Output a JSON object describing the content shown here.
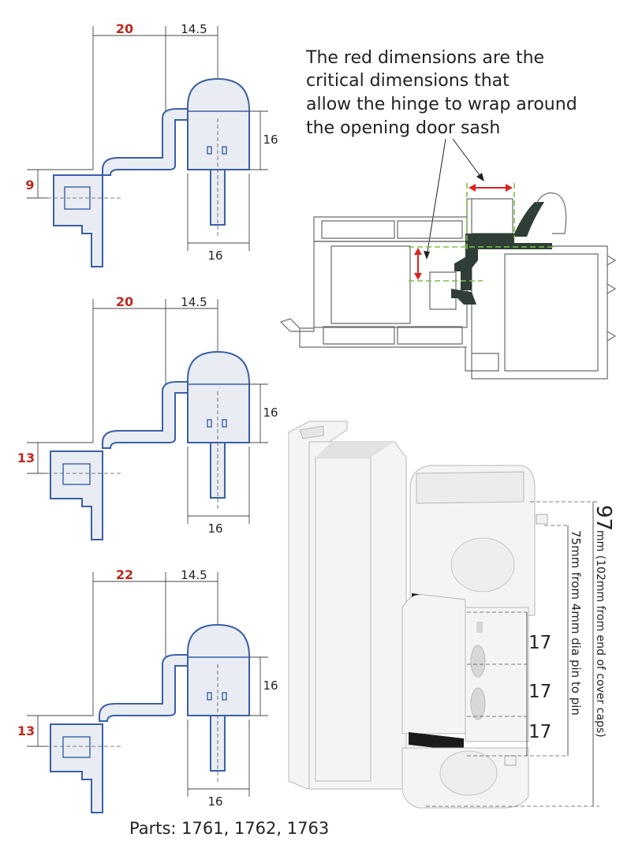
{
  "note": {
    "lines": [
      "The red dimensions are the",
      "critical dimensions that",
      "allow the hinge to wrap around",
      "the opening door sash"
    ]
  },
  "diagrams": [
    {
      "red_width": "20",
      "black_width": "14.5",
      "height_right": "16",
      "bottom_width": "16",
      "red_height": "9"
    },
    {
      "red_width": "20",
      "black_width": "14.5",
      "height_right": "16",
      "bottom_width": "16",
      "red_height": "13"
    },
    {
      "red_width": "22",
      "black_width": "14.5",
      "height_right": "16",
      "bottom_width": "16",
      "red_height": "13"
    }
  ],
  "hinge_dims": {
    "total_big": "97",
    "total_rest": "mm (102mm from end of cover caps)",
    "pin_to_pin": "75mm from 4mm dia pin to pin",
    "seg1": "17",
    "seg2": "17",
    "seg3": "17"
  },
  "parts": "Parts: 1761, 1762, 1763",
  "colors": {
    "critical_red": "#c0281e",
    "sketch_blue": "#3a5fa8",
    "guide_green": "#7dc242",
    "hinge_dark": "#2f3e36"
  }
}
